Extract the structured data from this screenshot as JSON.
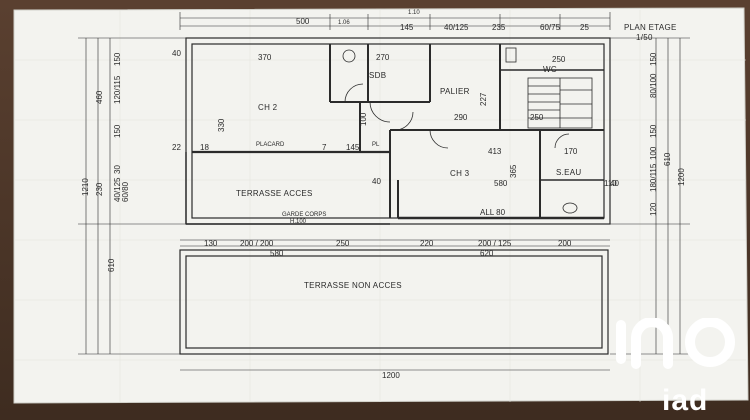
{
  "title_block": {
    "title": "PLAN ETAGE",
    "scale": "1/50"
  },
  "rooms": {
    "ch2": "CH 2",
    "sdb": "SDB",
    "palier": "PALIER",
    "wc": "WC",
    "ch3": "CH 3",
    "seau": "S.EAU",
    "terrasse_acces": "TERRASSE ACCES",
    "terrasse_non": "TERRASSE NON ACCES",
    "garde_corps": "GARDE CORPS",
    "garde_corps_h": "H.100",
    "placard": "PLACARD",
    "pl": "PL"
  },
  "dims_top_outer": {
    "a": "500",
    "b": "1.06",
    "c": "145",
    "d": "40/125",
    "e": "235",
    "f": "60/75",
    "g": "25",
    "total": "1.10"
  },
  "dims_inner": {
    "w_ch2": "370",
    "w_sdb": "270",
    "w_wc": "250",
    "h_ch2": "330",
    "h_pal": "227",
    "w_pal": "290",
    "w_stair": "250",
    "w_ch3a": "413",
    "w_seau": "170",
    "w_ch3": "580",
    "w_all": "ALL 80",
    "d40": "40",
    "d22": "22",
    "d18": "18",
    "d7": "7",
    "d100": "100",
    "d145": "145",
    "d40b": "40",
    "d365": "365",
    "d110": "110"
  },
  "dims_bottom": {
    "a": "130",
    "b": "200 / 200",
    "c": "250",
    "d": "220",
    "e": "200 / 125",
    "f": "200",
    "g": "580",
    "h": "620",
    "total": "1200"
  },
  "dims_left": {
    "a": "150",
    "b": "460",
    "c": "120/115",
    "d": "150",
    "e": "1210",
    "f": "230",
    "g": "40/125",
    "h": "60/80",
    "i": "30",
    "j": "610"
  },
  "dims_right": {
    "a": "150",
    "b": "150",
    "c": "80/100",
    "d": "610",
    "e": "1200",
    "f": "100",
    "g": "180/115",
    "h": "120",
    "i": "40"
  },
  "brand": {
    "logo_text": "iad"
  }
}
